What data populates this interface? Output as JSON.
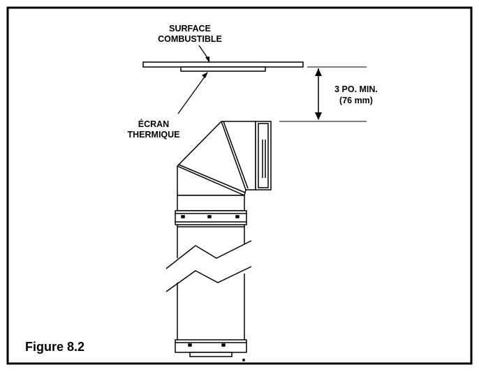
{
  "labels": {
    "surface_line1": "SURFACE",
    "surface_line2": "COMBUSTIBLE",
    "screen_line1": "ÉCRAN",
    "screen_line2": "THERMIQUE",
    "clearance_line1": "3 PO. MIN.",
    "clearance_line2": "(76 mm)"
  },
  "caption": "Figure 8.2",
  "colors": {
    "stroke": "#000000",
    "background": "#ffffff"
  }
}
